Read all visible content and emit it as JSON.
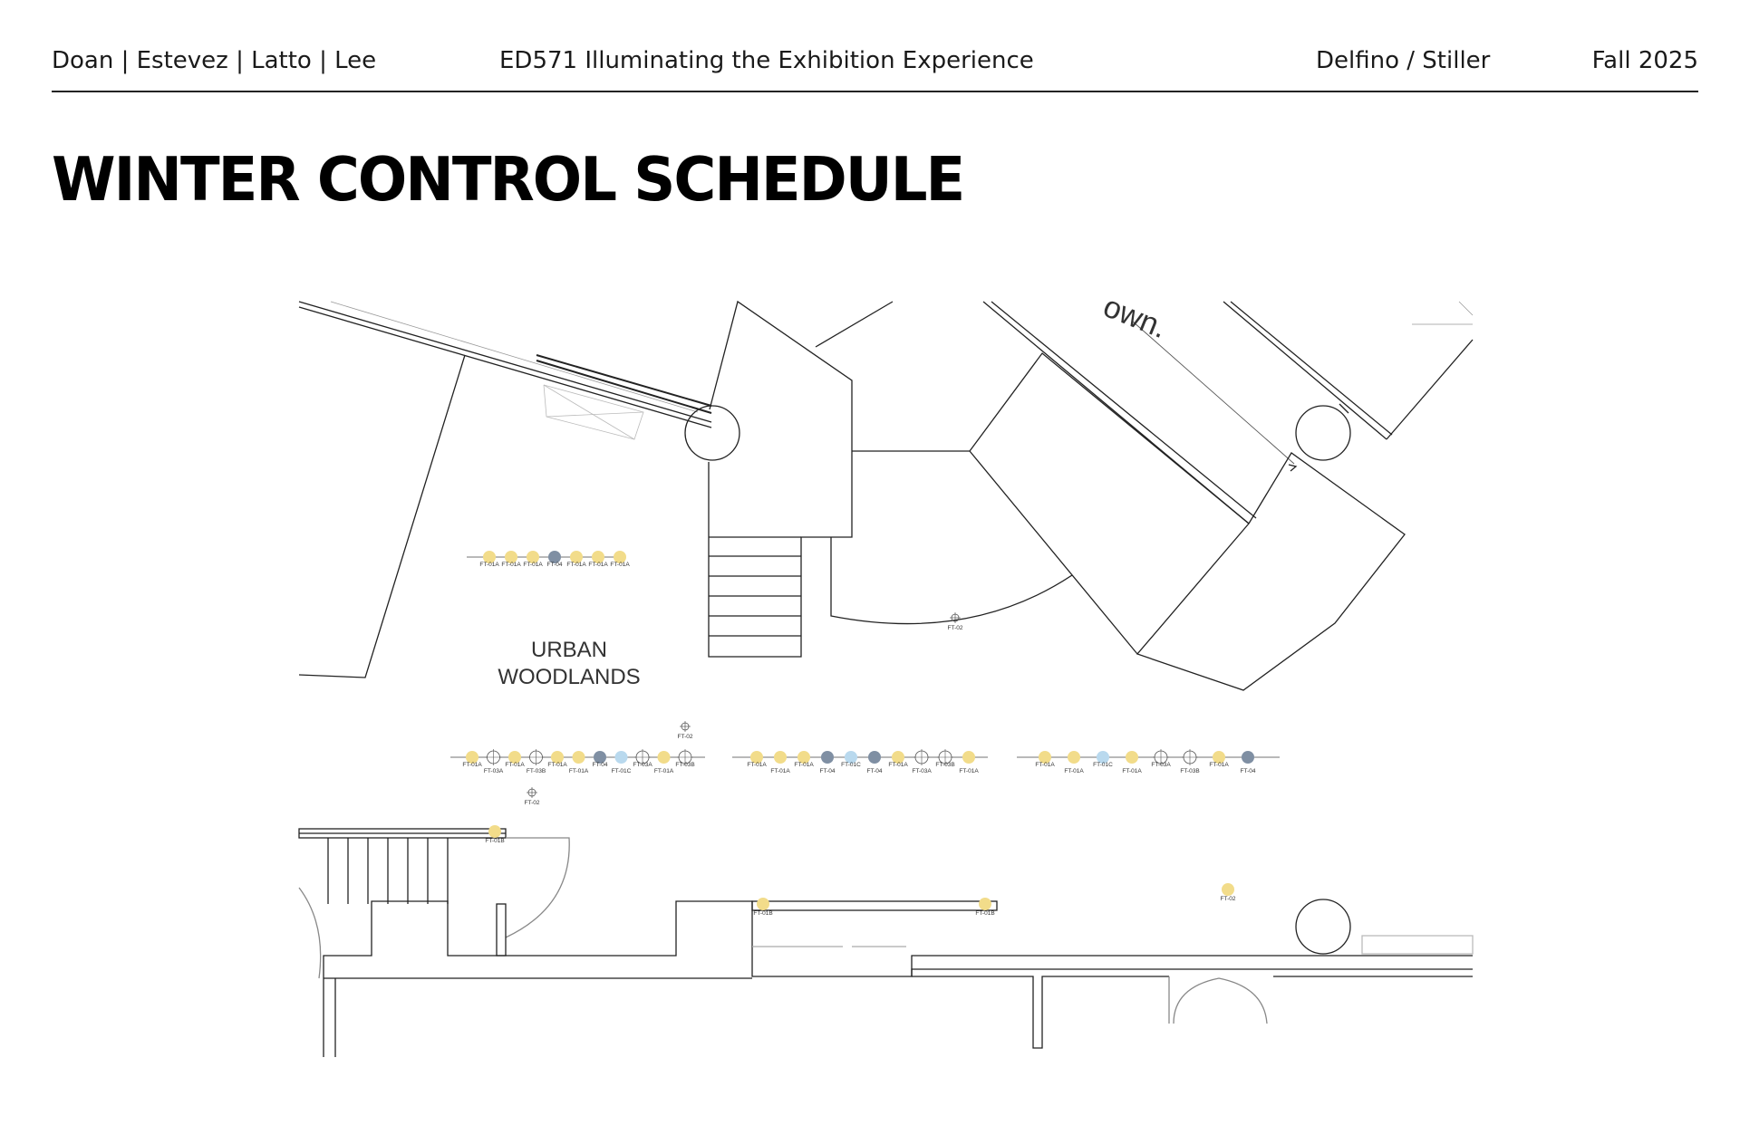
{
  "header": {
    "authors": "Doan | Estevez | Latto | Lee",
    "course": "ED571 Illuminating the Exhibition Experience",
    "instructors": "Delfino / Stiller",
    "term": "Fall 2025"
  },
  "title": "WINTER CONTROL SCHEDULE",
  "plan": {
    "room_label_line1": "URBAN",
    "room_label_line2": "WOODLANDS",
    "partial_text": "own.",
    "colors": {
      "warm": "#f2dc8a",
      "cool": "#b9d9ee",
      "slate": "#7f8fa3",
      "off": "#ffffff"
    },
    "fixture_groups": [
      {
        "items": [
          {
            "type": "warm",
            "label": "FT-01A"
          },
          {
            "type": "warm",
            "label": "FT-01A"
          },
          {
            "type": "warm",
            "label": "FT-01A"
          },
          {
            "type": "slate",
            "label": "FT-04"
          },
          {
            "type": "warm",
            "label": "FT-01A"
          },
          {
            "type": "warm",
            "label": "FT-01A"
          },
          {
            "type": "warm",
            "label": "FT-01A"
          }
        ]
      },
      {
        "items": [
          {
            "type": "warm",
            "label": "FT-01A"
          },
          {
            "type": "off",
            "label": "FT-03A"
          },
          {
            "type": "warm",
            "label": "FT-01A"
          },
          {
            "type": "off",
            "label": "FT-03B"
          },
          {
            "type": "warm",
            "label": "FT-01A"
          },
          {
            "type": "warm",
            "label": "FT-01A"
          },
          {
            "type": "slate",
            "label": "FT-04"
          },
          {
            "type": "cool",
            "label": "FT-01C"
          },
          {
            "type": "off",
            "label": "FT-03A"
          },
          {
            "type": "warm",
            "label": "FT-01A"
          },
          {
            "type": "off",
            "label": "FT-03B"
          }
        ]
      },
      {
        "items": [
          {
            "type": "warm",
            "label": "FT-01A"
          },
          {
            "type": "warm",
            "label": "FT-01A"
          },
          {
            "type": "warm",
            "label": "FT-01A"
          },
          {
            "type": "slate",
            "label": "FT-04"
          },
          {
            "type": "cool",
            "label": "FT-01C"
          },
          {
            "type": "slate",
            "label": "FT-04"
          },
          {
            "type": "warm",
            "label": "FT-01A"
          },
          {
            "type": "off",
            "label": "FT-03A"
          },
          {
            "type": "off",
            "label": "FT-03B"
          },
          {
            "type": "warm",
            "label": "FT-01A"
          }
        ]
      },
      {
        "items": [
          {
            "type": "warm",
            "label": "FT-01A"
          },
          {
            "type": "warm",
            "label": "FT-01A"
          },
          {
            "type": "cool",
            "label": "FT-01C"
          },
          {
            "type": "warm",
            "label": "FT-01A"
          },
          {
            "type": "off",
            "label": "FT-03A"
          },
          {
            "type": "off",
            "label": "FT-03B"
          },
          {
            "type": "warm",
            "label": "FT-01A"
          },
          {
            "type": "slate",
            "label": "FT-04"
          }
        ]
      }
    ],
    "single_fixtures": [
      {
        "type": "warm",
        "label": "FT-01B"
      },
      {
        "type": "warm",
        "label": "FT-01B"
      },
      {
        "type": "warm",
        "label": "FT-01B"
      },
      {
        "type": "warm",
        "label": "FT-02"
      }
    ],
    "markers": [
      {
        "label": "FT-02"
      },
      {
        "label": "FT-02"
      },
      {
        "label": "FT-02"
      }
    ]
  }
}
